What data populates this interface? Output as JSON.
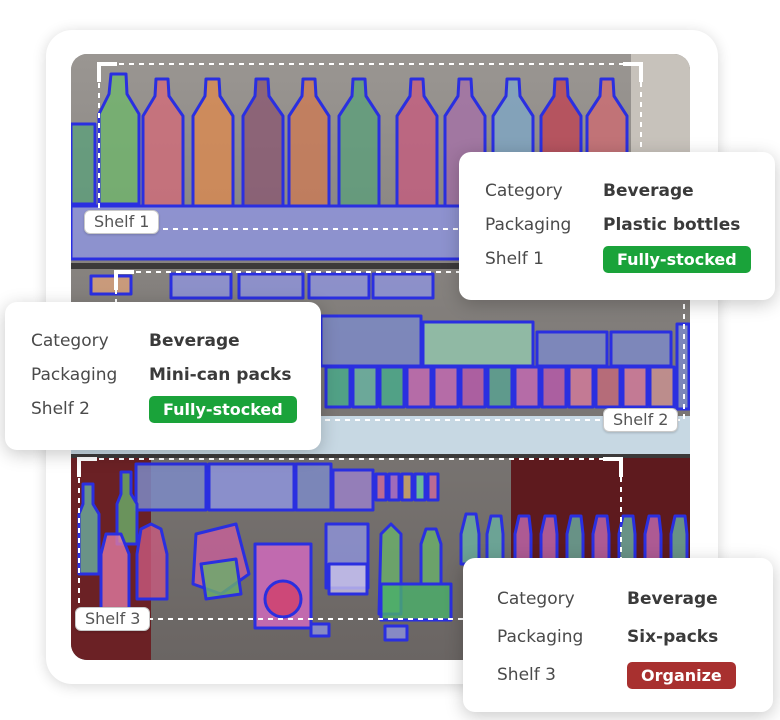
{
  "shelves": [
    {
      "label": "Shelf 1",
      "category_key": "Category",
      "category": "Beverage",
      "packaging_key": "Packaging",
      "packaging": "Plastic bottles",
      "shelf_key": "Shelf 1",
      "status": "Fully-stocked",
      "status_color": "#1aa33a"
    },
    {
      "label": "Shelf 2",
      "category_key": "Category",
      "category": "Beverage",
      "packaging_key": "Packaging",
      "packaging": "Mini-can packs",
      "shelf_key": "Shelf 2",
      "status": "Fully-stocked",
      "status_color": "#1aa33a"
    },
    {
      "label": "Shelf 3",
      "category_key": "Category",
      "category": "Beverage",
      "packaging_key": "Packaging",
      "packaging": "Six-packs",
      "shelf_key": "Shelf 3",
      "status": "Organize",
      "status_color": "#a8302f"
    }
  ],
  "colors": {
    "segmentation_outline": "#2a2fe0",
    "fully_stocked": "#1aa33a",
    "organize": "#a8302f"
  }
}
